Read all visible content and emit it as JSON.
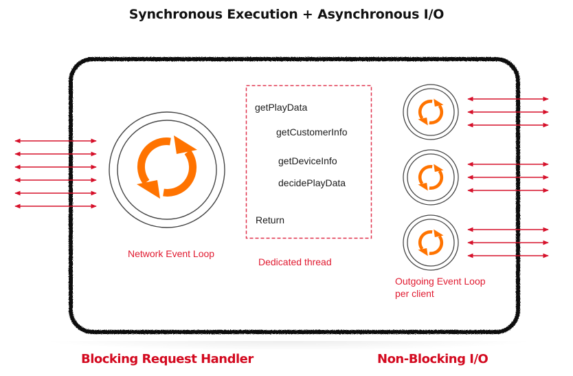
{
  "title": "Synchronous Execution + Asynchronous I/O",
  "colors": {
    "arrow": "#d6102a",
    "label_red": "#e0192f",
    "bottom_label_red": "#d3091f",
    "loop_orange": "#ff7300",
    "circle_stroke": "#444444",
    "box_border": "#111111"
  },
  "network_event_loop": {
    "label": "Network Event Loop",
    "icon": "refresh-cycle-icon",
    "incoming_connections": 6
  },
  "dedicated_thread": {
    "label": "Dedicated thread",
    "steps": [
      "getPlayData",
      "getCustomerInfo",
      "getDeviceInfo",
      "decidePlayData",
      "Return"
    ]
  },
  "outgoing_event_loops": {
    "label_line1": "Outgoing Event Loop",
    "label_line2": "per client",
    "icon": "refresh-cycle-icon",
    "loops": [
      {
        "connections": 3
      },
      {
        "connections": 3
      },
      {
        "connections": 3
      }
    ]
  },
  "bottom_labels": {
    "left": "Blocking Request Handler",
    "right": "Non-Blocking I/O"
  }
}
